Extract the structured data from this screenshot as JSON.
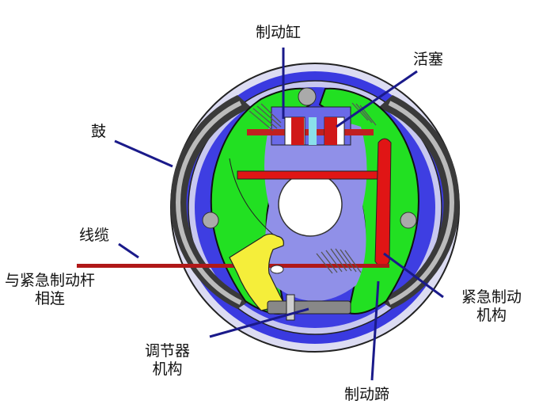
{
  "diagram": {
    "subject": "drum brake assembly",
    "colors": {
      "drum_outer": "#d8d8f0",
      "drum_ring": "#3a3ae0",
      "backing_plate": "#8f8fe6",
      "shoe_green": "#22e022",
      "lining_dark": "#333333",
      "lever_red": "#e01010",
      "adjuster_lever_yellow": "#f5ee3a",
      "cable_red": "#b01818",
      "leader_line": "#1a1a8a",
      "piston_cyan": "#88e0e8"
    }
  },
  "labels": {
    "wheel_cylinder": "制动缸",
    "piston": "活塞",
    "drum": "鼓",
    "cable": "线缆",
    "emergency_lever_line1": "与紧急制动杆",
    "emergency_lever_line2": "相连",
    "emergency_mechanism_line1": "紧急制动",
    "emergency_mechanism_line2": "机构",
    "adjuster_line1": "调节器",
    "adjuster_line2": "机构",
    "brake_shoe": "制动蹄"
  }
}
